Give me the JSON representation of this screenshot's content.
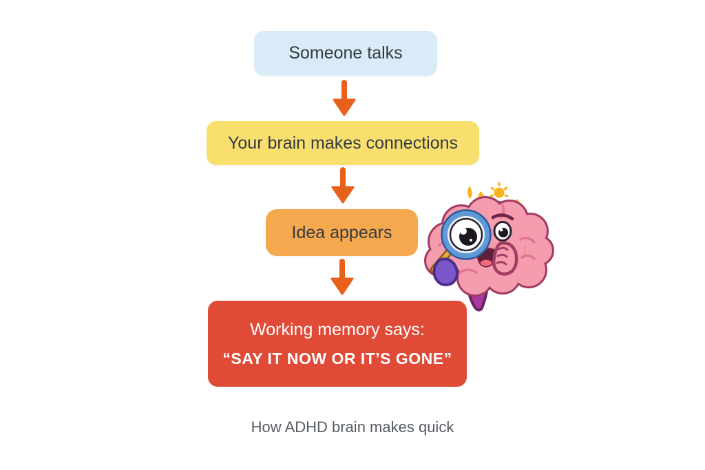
{
  "page": {
    "background": "#ffffff"
  },
  "diagram": {
    "caption": "How ADHD brain makes quick",
    "arrow_color": "#e8611c",
    "boxes": [
      {
        "label": "Someone talks",
        "bg": "#d9ebf7",
        "text_color": "#333b42"
      },
      {
        "label": "Your brain makes connections",
        "bg": "#f9e06e",
        "text_color": "#333b42"
      },
      {
        "label": "Idea appears",
        "bg": "#f6a84e",
        "text_color": "#333b42"
      },
      {
        "line1": "Working memory says:",
        "line2": "“SAY IT NOW OR IT’S GONE”",
        "bg": "#e04b38",
        "text_color": "#ffffff"
      }
    ],
    "character": {
      "name": "brain-with-magnifying-glass",
      "colors": {
        "body": "#f59cae",
        "outline": "#a23c62",
        "stem": "#a8399f",
        "rim": "#5e9ad6",
        "sparkles": "#f5b31e"
      }
    }
  }
}
